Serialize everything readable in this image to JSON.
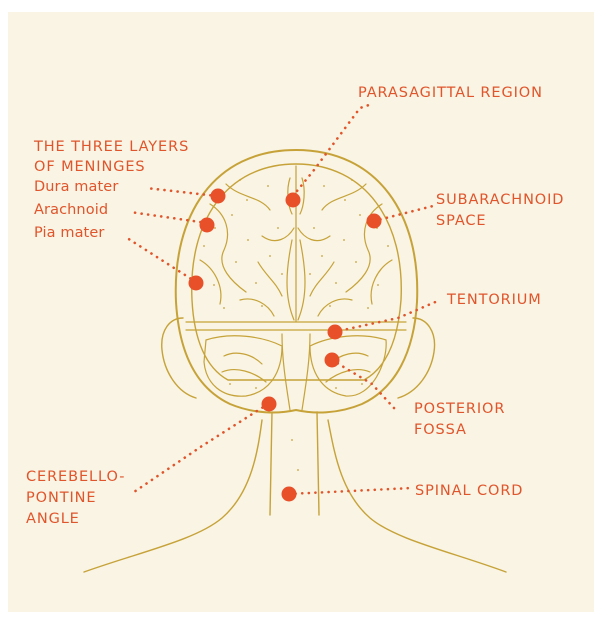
{
  "colors": {
    "background": "#f9f4e3",
    "drawing": "#c6a238",
    "accent": "#e0552c",
    "marker": "#e8502a"
  },
  "labels": {
    "parasagittal": "PARASAGITTAL REGION",
    "meninges_title_1": "THE THREE LAYERS",
    "meninges_title_2": "OF MENINGES",
    "dura": "Dura mater",
    "arachnoid": "Arachnoid",
    "pia": "Pia mater",
    "subarachnoid_1": "SUBARACHNOID",
    "subarachnoid_2": "SPACE",
    "tentorium": "TENTORIUM",
    "posterior_1": "POSTERIOR",
    "posterior_2": "FOSSA",
    "cerebello_1": "CEREBELLO-",
    "cerebello_2": "PONTINE",
    "cerebello_3": "ANGLE",
    "spinal": "SPINAL CORD"
  }
}
